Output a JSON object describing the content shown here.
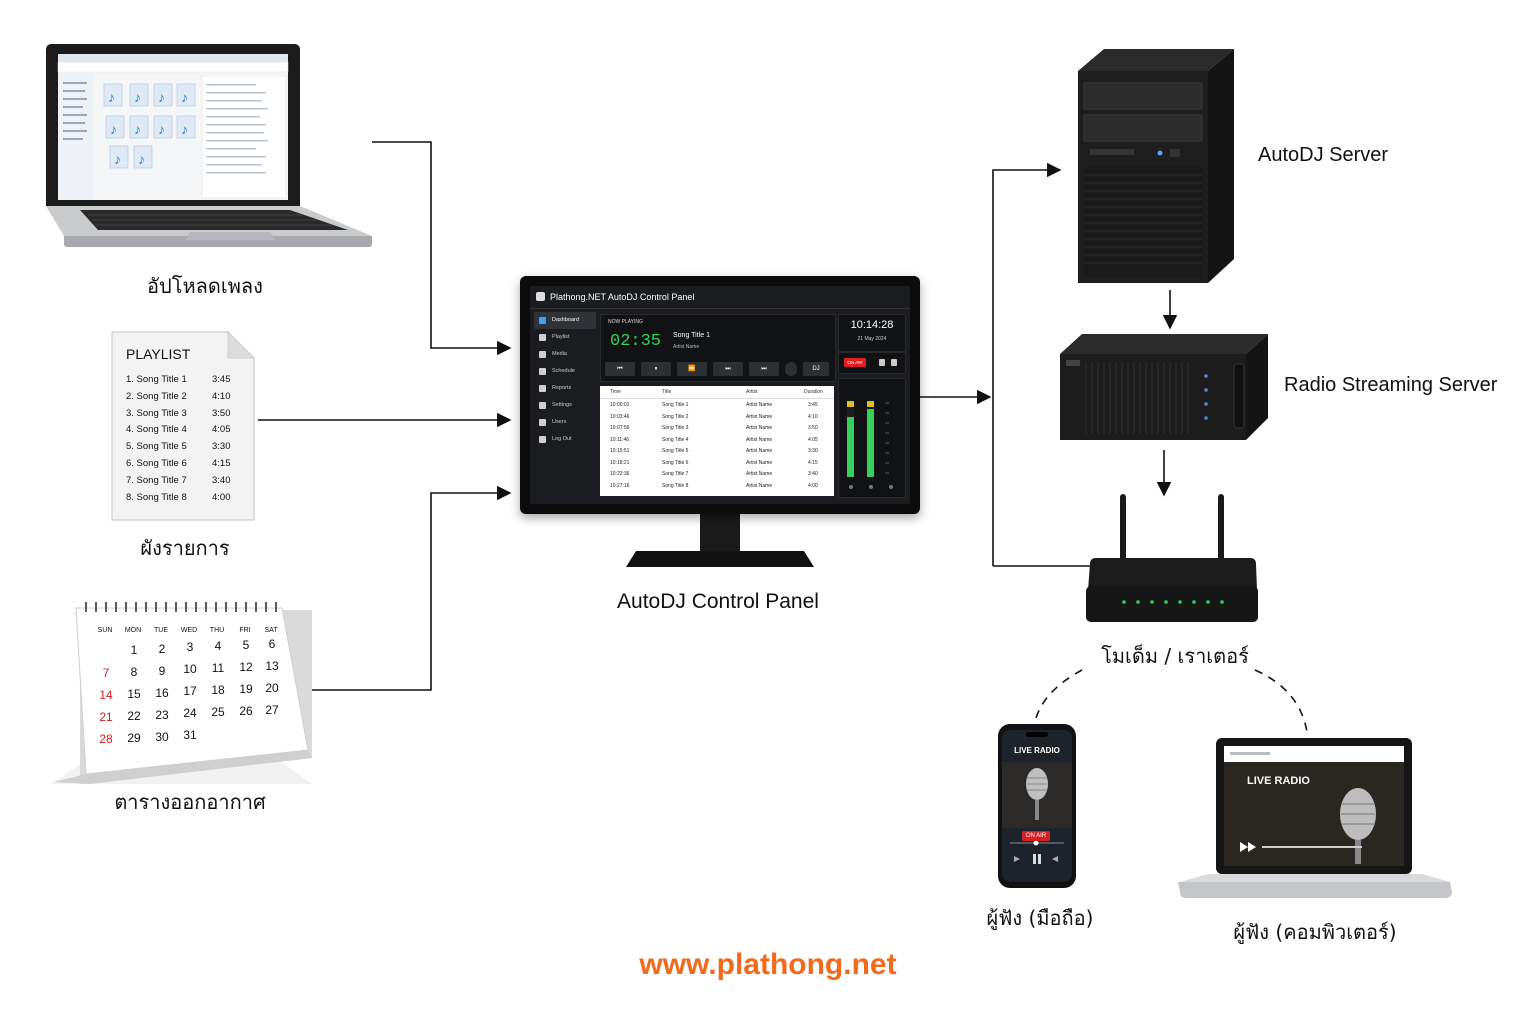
{
  "labels": {
    "upload": "อัปโหลดเพลง",
    "playlist_doc": "ผังรายการ",
    "schedule": "ตารางออกอากาศ",
    "control_panel": "AutoDJ  Control Panel",
    "autodj_server": "AutoDJ Server",
    "streaming_server": "Radio Streaming Server",
    "modem_router": "โมเด็ม / เราเตอร์",
    "listener_mobile": "ผู้ฟัง (มือถือ)",
    "listener_computer": "ผู้ฟัง (คอมพิวเตอร์)",
    "website": "www.plathong.net"
  },
  "playlist_doc": {
    "title": "PLAYLIST",
    "items": [
      {
        "name": "1. Song Title 1",
        "time": "3:45"
      },
      {
        "name": "2. Song Title 2",
        "time": "4:10"
      },
      {
        "name": "3. Song Title 3",
        "time": "3:50"
      },
      {
        "name": "4. Song Title 4",
        "time": "4:05"
      },
      {
        "name": "5. Song Title 5",
        "time": "3:30"
      },
      {
        "name": "6. Song Title 6",
        "time": "4:15"
      },
      {
        "name": "7. Song Title 7",
        "time": "3:40"
      },
      {
        "name": "8. Song Title 8",
        "time": "4:00"
      }
    ]
  },
  "calendar": {
    "days": [
      "SUN",
      "MON",
      "TUE",
      "WED",
      "THU",
      "FRI",
      "SAT"
    ],
    "weeks": [
      [
        "",
        "1",
        "2",
        "3",
        "4",
        "5",
        "6"
      ],
      [
        "7",
        "8",
        "9",
        "10",
        "11",
        "12",
        "13"
      ],
      [
        "14",
        "15",
        "16",
        "17",
        "18",
        "19",
        "20"
      ],
      [
        "21",
        "22",
        "23",
        "24",
        "25",
        "26",
        "27"
      ],
      [
        "28",
        "29",
        "30",
        "31",
        "",
        "",
        ""
      ]
    ],
    "highlight_color": "#d42020"
  },
  "control_panel": {
    "title": "Plathong.NET AutoDJ Control Panel",
    "nav": [
      "Dashboard",
      "Playlist",
      "Media",
      "Schedule",
      "Reports",
      "Settings",
      "Users",
      "Log Out"
    ],
    "now_playing_label": "NOW PLAYING",
    "elapsed": "02:35",
    "song": "Song Title 1",
    "artist": "Artist Name",
    "clock_time": "10:14:28",
    "clock_date": "21 May 2024",
    "on_air": "ON AIR",
    "dj_button": "DJ",
    "table_headers": [
      "Time",
      "Title",
      "Artist",
      "Duration"
    ],
    "table_rows": [
      [
        "10:00:01",
        "Song Title 1",
        "Artist Name",
        "3:45"
      ],
      [
        "10:03:46",
        "Song Title 2",
        "Artist Name",
        "4:10"
      ],
      [
        "10:07:56",
        "Song Title 3",
        "Artist Name",
        "3:50"
      ],
      [
        "10:11:46",
        "Song Title 4",
        "Artist Name",
        "4:05"
      ],
      [
        "10:15:51",
        "Song Title 5",
        "Artist Name",
        "3:30"
      ],
      [
        "10:18:21",
        "Song Title 6",
        "Artist Name",
        "4:15"
      ],
      [
        "10:22:36",
        "Song Title 7",
        "Artist Name",
        "3:40"
      ],
      [
        "10:27:16",
        "Song Title 8",
        "Artist Name",
        "4:00"
      ]
    ],
    "accent_green": "#35d05a"
  },
  "phone": {
    "header": "LIVE RADIO",
    "on_air": "ON AIR"
  },
  "laptop_player": {
    "header": "LIVE RADIO"
  },
  "colors": {
    "brand_orange": "#f26a1b",
    "arrow": "#111111"
  }
}
